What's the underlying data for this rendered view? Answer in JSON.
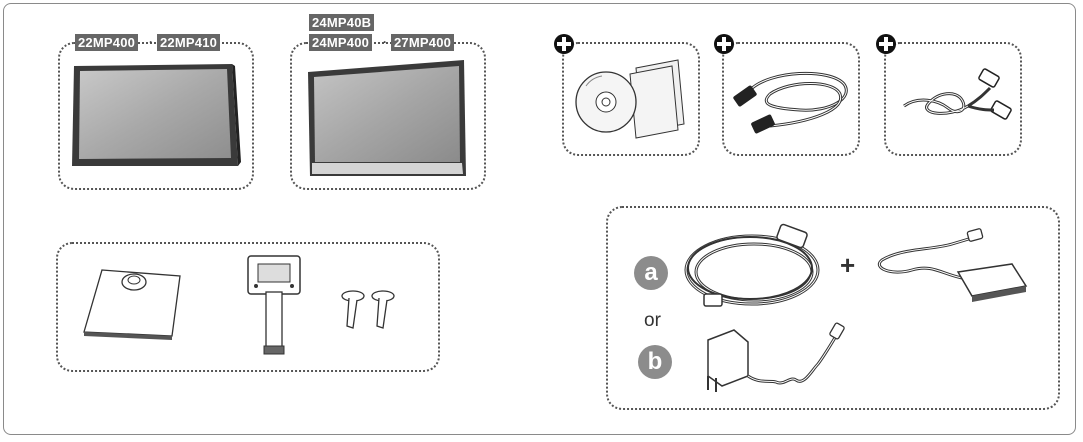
{
  "monitor_22": {
    "model_a": "22MP400",
    "separator": "·",
    "model_b": "22MP410"
  },
  "monitor_24": {
    "model_top": "24MP40B",
    "model_a": "24MP400",
    "separator": "·",
    "model_b": "27MP400"
  },
  "power": {
    "option_a": "a",
    "option_b": "b",
    "or_label": "or",
    "plus_label": "+"
  },
  "icons": [
    "plus-icon",
    "cd-icon",
    "hdmi-cable-icon",
    "dsub-cable-icon",
    "stand-base-icon",
    "stand-body-icon",
    "screw-icon",
    "power-cord-icon",
    "ac-adapter-icon",
    "wall-adapter-icon"
  ]
}
